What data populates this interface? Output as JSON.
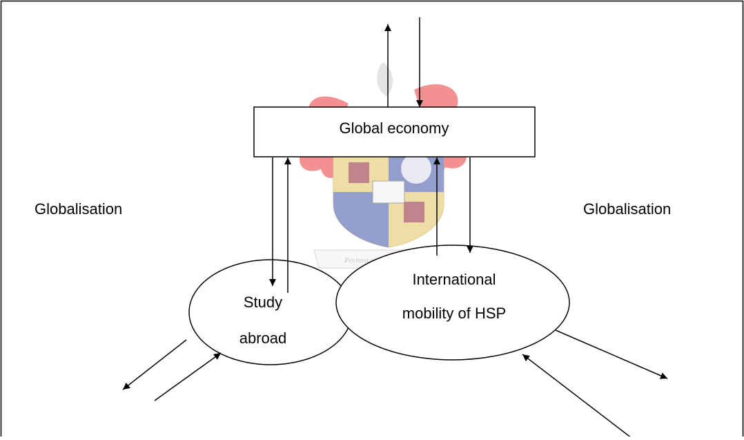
{
  "diagram": {
    "box_label": "Global economy",
    "left_label": "Globalisation",
    "right_label": "Globalisation",
    "ellipse_left_line1": "Study",
    "ellipse_left_line2": "abroad",
    "ellipse_right_line1": "International",
    "ellipse_right_line2": "mobility of HSP"
  },
  "watermark": {
    "motto": "Pectora roborant cultus recti",
    "colors": {
      "mantling": "#e8363a",
      "blue": "#3b4fa3",
      "gold": "#e2c25e",
      "maroon": "#8c2030"
    }
  }
}
